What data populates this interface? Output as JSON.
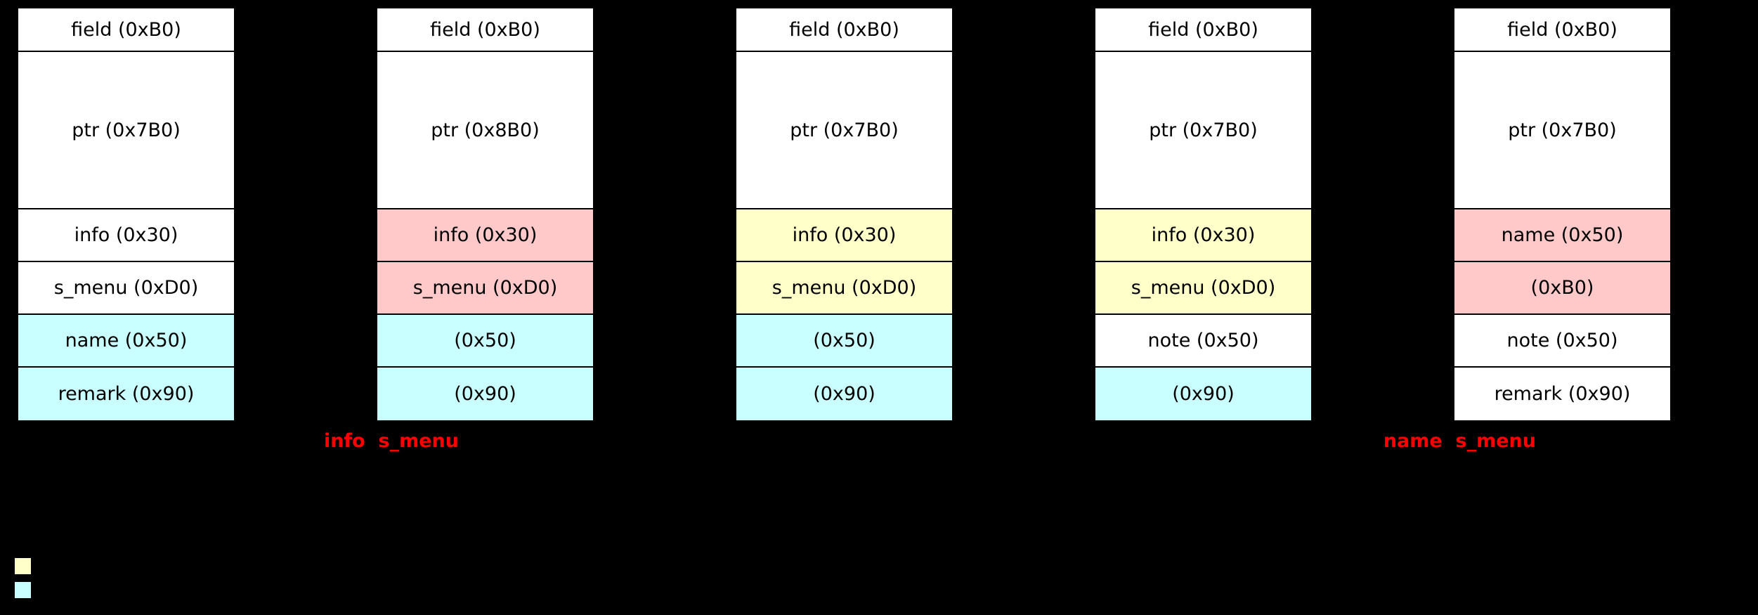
{
  "diagram": {
    "background": "#000000",
    "colors": {
      "cell_white": "#FFFFFF",
      "cell_pink": "#FFC9C9",
      "cell_yellow": "#FFFFC9",
      "cell_cyan": "#C9FFFF",
      "border": "#000000",
      "caption_red": "#FF0000"
    },
    "columns": [
      {
        "caption": "",
        "rows": [
          {
            "label": "field (0xB0)",
            "fill": "white"
          },
          {
            "label": "ptr (0x7B0)",
            "fill": "white"
          },
          {
            "label": "info (0x30)",
            "fill": "white"
          },
          {
            "label": "s_menu (0xD0)",
            "fill": "white"
          },
          {
            "label": "name (0x50)",
            "fill": "cyan"
          },
          {
            "label": "remark (0x90)",
            "fill": "cyan"
          }
        ]
      },
      {
        "caption": "info  s_menu",
        "rows": [
          {
            "label": "field (0xB0)",
            "fill": "white"
          },
          {
            "label": "ptr (0x8B0)",
            "fill": "white"
          },
          {
            "label": "info (0x30)",
            "fill": "pink"
          },
          {
            "label": "s_menu (0xD0)",
            "fill": "pink"
          },
          {
            "label": "(0x50)",
            "fill": "cyan"
          },
          {
            "label": "(0x90)",
            "fill": "cyan"
          }
        ]
      },
      {
        "caption": "",
        "rows": [
          {
            "label": "field (0xB0)",
            "fill": "white"
          },
          {
            "label": "ptr (0x7B0)",
            "fill": "white"
          },
          {
            "label": "info (0x30)",
            "fill": "yellow"
          },
          {
            "label": "s_menu (0xD0)",
            "fill": "yellow"
          },
          {
            "label": "(0x50)",
            "fill": "cyan"
          },
          {
            "label": "(0x90)",
            "fill": "cyan"
          }
        ]
      },
      {
        "caption": "",
        "rows": [
          {
            "label": "field (0xB0)",
            "fill": "white"
          },
          {
            "label": "ptr (0x7B0)",
            "fill": "white"
          },
          {
            "label": "info (0x30)",
            "fill": "yellow"
          },
          {
            "label": "s_menu (0xD0)",
            "fill": "yellow"
          },
          {
            "label": "note (0x50)",
            "fill": "white"
          },
          {
            "label": "(0x90)",
            "fill": "cyan"
          }
        ]
      },
      {
        "caption": "name  s_menu",
        "rows": [
          {
            "label": "field (0xB0)",
            "fill": "white"
          },
          {
            "label": "ptr (0x7B0)",
            "fill": "white"
          },
          {
            "label": "name (0x50)",
            "fill": "pink"
          },
          {
            "label": "(0xB0)",
            "fill": "pink"
          },
          {
            "label": "note (0x50)",
            "fill": "white"
          },
          {
            "label": "remark (0x90)",
            "fill": "white"
          }
        ]
      }
    ],
    "legend": {
      "swatches": [
        {
          "name": "yellow-swatch",
          "fill": "yellow"
        },
        {
          "name": "cyan-swatch",
          "fill": "cyan"
        }
      ]
    }
  }
}
